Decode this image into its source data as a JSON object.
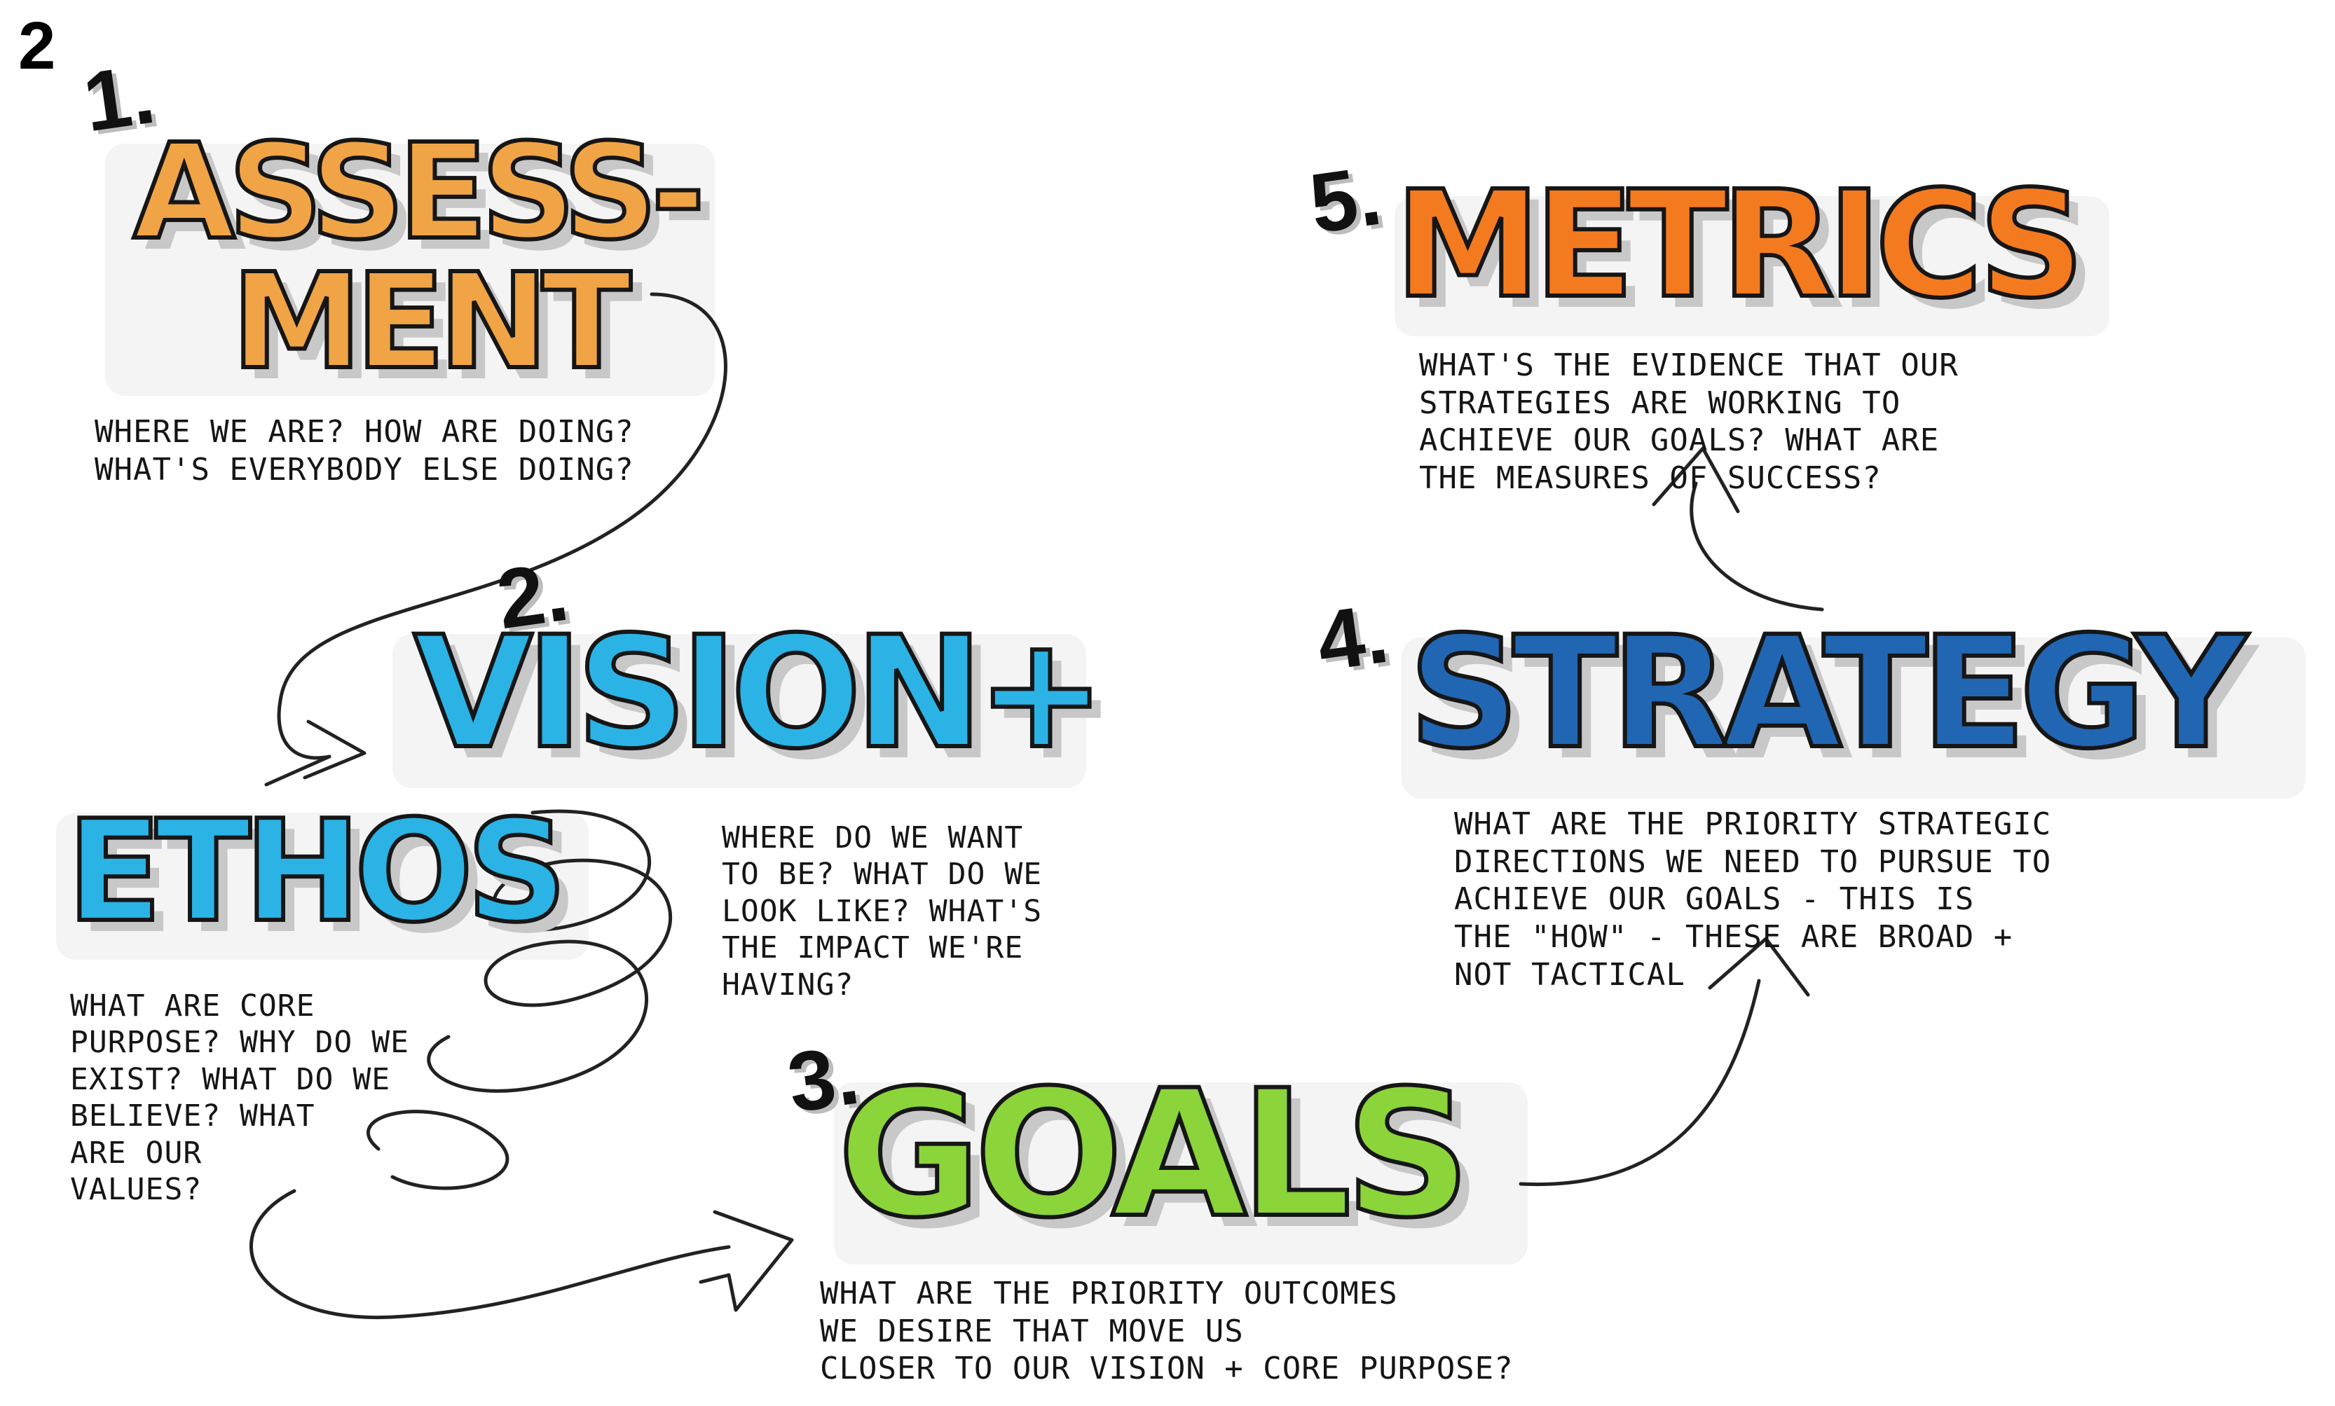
{
  "figure_number": "2",
  "steps": [
    {
      "number": "1.",
      "title_lines": [
        "ASSESS-",
        "MENT"
      ],
      "description": "WHERE WE ARE? HOW ARE DOING?\nWHAT'S EVERYBODY ELSE DOING?",
      "color": "#f0a445"
    },
    {
      "number": "2.",
      "title_lines": [
        "VISION+",
        "ETHOS"
      ],
      "description_vision": "WHERE DO WE WANT\nTO BE? WHAT DO WE\nLOOK LIKE? WHAT'S\nTHE IMPACT WE'RE\nHAVING?",
      "description_ethos": "WHAT ARE CORE\nPURPOSE? WHY DO WE\nEXIST? WHAT DO WE\nBELIEVE? WHAT\nARE OUR\nVALUES?",
      "color": "#2bb3e6"
    },
    {
      "number": "3.",
      "title_lines": [
        "GOALS"
      ],
      "description": "WHAT ARE THE PRIORITY OUTCOMES\nWE DESIRE THAT MOVE US\nCLOSER TO OUR VISION + CORE PURPOSE?",
      "color": "#8bd43a"
    },
    {
      "number": "4.",
      "title_lines": [
        "STRATEGY"
      ],
      "description": "WHAT ARE THE PRIORITY STRATEGIC\nDIRECTIONS WE NEED TO PURSUE TO\nACHIEVE OUR GOALS - THIS IS\nTHE \"HOW\" - THESE ARE BROAD +\nNOT TACTICAL",
      "color": "#2166b3"
    },
    {
      "number": "5.",
      "title_lines": [
        "METRICS"
      ],
      "description": "WHAT'S THE EVIDENCE THAT OUR\nSTRATEGIES ARE WORKING TO\nACHIEVE OUR GOALS? WHAT ARE\nTHE MEASURES OF SUCCESS?",
      "color": "#f47a1f"
    }
  ],
  "icons": {
    "flow_arrows": "hand-drawn-arrow-icon"
  }
}
